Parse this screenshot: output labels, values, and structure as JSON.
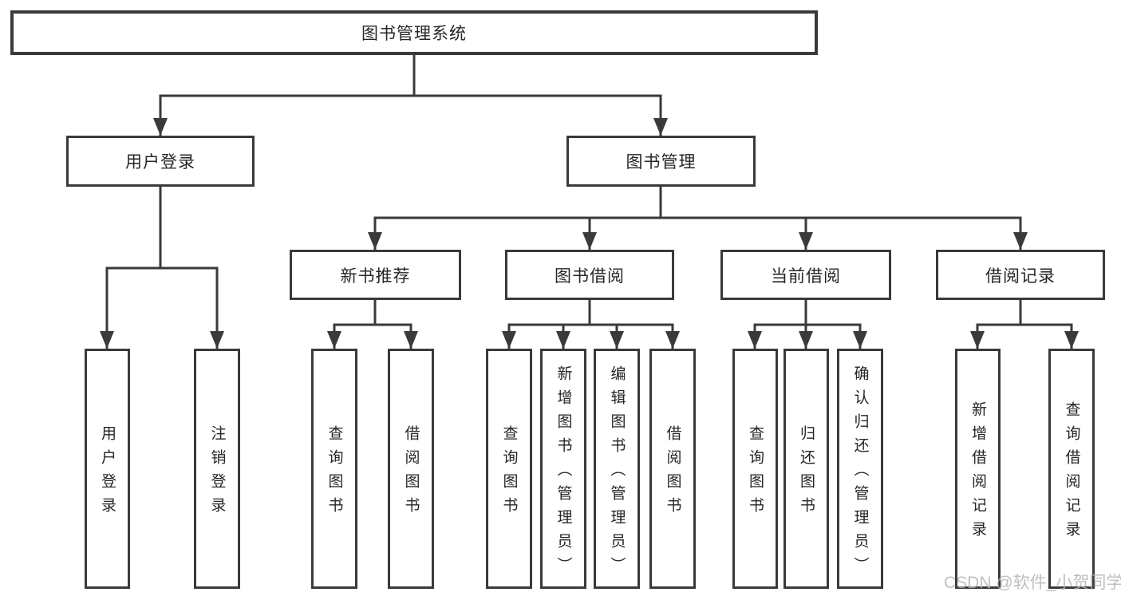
{
  "diagram": {
    "root": "图书管理系统",
    "level2": [
      {
        "label": "用户登录",
        "children": [
          {
            "label": "用户登录"
          },
          {
            "label": "注销登录"
          }
        ]
      },
      {
        "label": "图书管理",
        "children": [
          {
            "label": "新书推荐",
            "children": [
              {
                "label": "查询图书"
              },
              {
                "label": "借阅图书"
              }
            ]
          },
          {
            "label": "图书借阅",
            "children": [
              {
                "label": "查询图书"
              },
              {
                "label": "新增图书（管理员）"
              },
              {
                "label": "编辑图书（管理员）"
              },
              {
                "label": "借阅图书"
              }
            ]
          },
          {
            "label": "当前借阅",
            "children": [
              {
                "label": "查询图书"
              },
              {
                "label": "归还图书"
              },
              {
                "label": "确认归还（管理员）"
              }
            ]
          },
          {
            "label": "借阅记录",
            "children": [
              {
                "label": "新增借阅记录"
              },
              {
                "label": "查询借阅记录"
              }
            ]
          }
        ]
      }
    ]
  },
  "watermark": {
    "text": "CSDN @软件_小贺同学"
  },
  "colors": {
    "line": "#3a3a3a",
    "text": "#262626",
    "watermark": "#b4b4b4",
    "background": "#ffffff"
  }
}
